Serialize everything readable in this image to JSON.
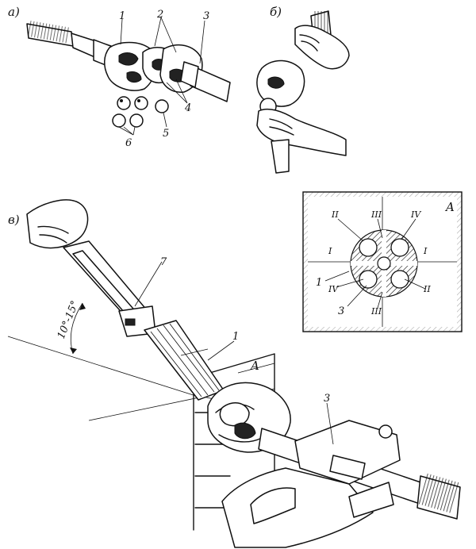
{
  "panels": {
    "a": "а)",
    "b": "б)",
    "v": "в)"
  },
  "callouts": {
    "n1": "1",
    "n2": "2",
    "n3": "3",
    "n4": "4",
    "n5": "5",
    "n6": "6",
    "n7": "7",
    "n1_main": "1",
    "n3_main": "3",
    "n1_inset": "1",
    "n3_inset": "3"
  },
  "angle_label": "10°-15°",
  "view_label_inset": "A",
  "view_label_main": "A",
  "roman": {
    "r1_top": "II",
    "r2_top": "III",
    "r3_top": "IV",
    "r4_left": "I",
    "r5_right": "I",
    "r6_bl": "IV",
    "r7_bottom": "III",
    "r8_br": "II"
  }
}
